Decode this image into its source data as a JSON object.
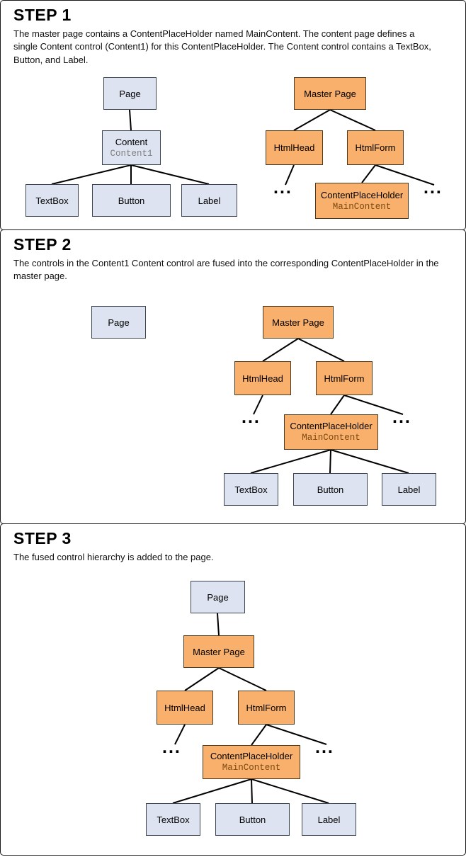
{
  "panels": [
    {
      "heading": "STEP 1",
      "description": "The master page contains a ContentPlaceHolder named MainContent. The content page defines a single Content control (Content1) for this ContentPlaceHolder. The Content control contains a TextBox, Button, and Label."
    },
    {
      "heading": "STEP 2",
      "description": "The controls in the Content1 Content control are fused into the corresponding ContentPlaceHolder in the master page."
    },
    {
      "heading": "STEP 3",
      "description": "The fused control hierarchy is added to the page."
    }
  ],
  "nodes": {
    "page": "Page",
    "content": "Content",
    "content_name": "Content1",
    "textbox": "TextBox",
    "button": "Button",
    "label": "Label",
    "master_page": "Master Page",
    "html_head": "HtmlHead",
    "html_form": "HtmlForm",
    "content_placeholder": "ContentPlaceHolder",
    "placeholder_name": "MainContent",
    "ellipsis": "..."
  },
  "colors": {
    "content_page_box": "#dde3f0",
    "master_page_box": "#f9b06c",
    "connector_line": "#000000"
  }
}
